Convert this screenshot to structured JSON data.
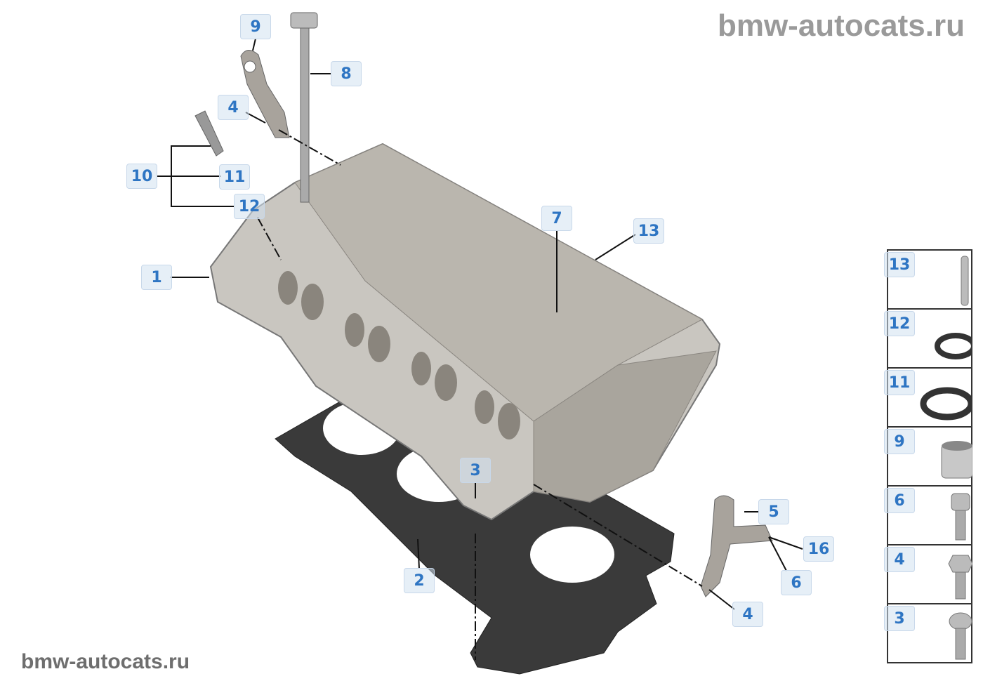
{
  "watermark_top": "bmw-autocats.ru",
  "watermark_bottom": "bmw-autocats.ru",
  "callouts": {
    "c9": "9",
    "c8": "8",
    "c4a": "4",
    "c10": "10",
    "c11": "11",
    "c12": "12",
    "c1": "1",
    "c7": "7",
    "c13": "13",
    "c3": "3",
    "c2": "2",
    "c5": "5",
    "c16": "16",
    "c6": "6",
    "c4b": "4"
  },
  "legend": [
    {
      "label": "13",
      "icon": "pin-icon"
    },
    {
      "label": "12",
      "icon": "o-ring-small-icon"
    },
    {
      "label": "11",
      "icon": "o-ring-large-icon"
    },
    {
      "label": "9",
      "icon": "sleeve-icon"
    },
    {
      "label": "6",
      "icon": "torx-bolt-icon"
    },
    {
      "label": "4",
      "icon": "hex-bolt-icon"
    },
    {
      "label": "3",
      "icon": "torx-flange-bolt-icon"
    }
  ]
}
